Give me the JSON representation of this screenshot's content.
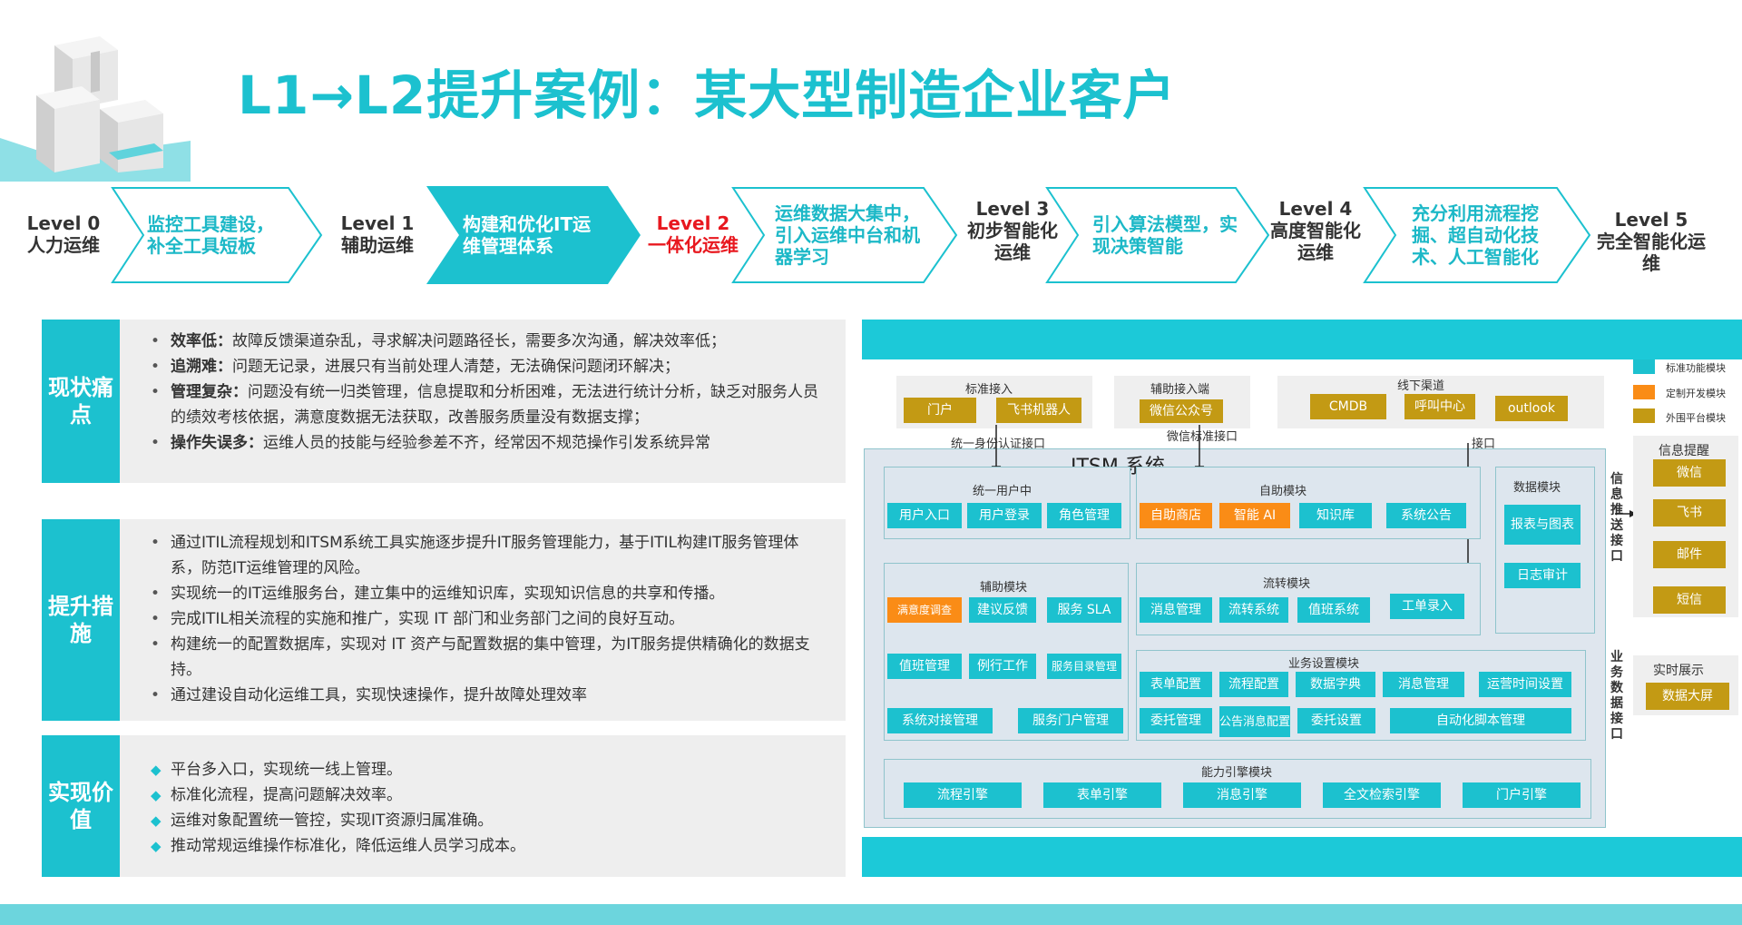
{
  "title": "L1→L2提升案例：某大型制造企业客户",
  "colors": {
    "teal": "#1cc1cf",
    "orange": "#fa8c16",
    "gold": "#c39a14",
    "red": "#e8181f"
  },
  "levels": [
    {
      "level": "Level 0",
      "name": "人力运维"
    },
    {
      "level": "Level 1",
      "name": "辅助运维"
    },
    {
      "level": "Level 2",
      "name": "一体化运维"
    },
    {
      "level": "Level 3",
      "name": "初步智能化运维"
    },
    {
      "level": "Level 4",
      "name": "高度智能化运维"
    },
    {
      "level": "Level 5",
      "name": "完全智能化运维"
    }
  ],
  "steps": [
    {
      "text": "监控工具建设，补全工具短板"
    },
    {
      "text": "构建和优化IT运维管理体系"
    },
    {
      "text": "运维数据大集中，引入运维中台和机器学习"
    },
    {
      "text": "引入算法模型，实现决策智能"
    },
    {
      "text": "充分利用流程挖掘、超自动化技术、人工智能化"
    }
  ],
  "sections": {
    "pain": {
      "label": "现状痛点",
      "items": [
        {
          "bold": "效率低：",
          "text": "故障反馈渠道杂乱，寻求解决问题路径长，需要多次沟通，解决效率低；"
        },
        {
          "bold": "追溯难：",
          "text": "问题无记录，进展只有当前处理人清楚，无法确保问题闭环解决；"
        },
        {
          "bold": "管理复杂：",
          "text": "问题没有统一归类管理，信息提取和分析困难，无法进行统计分析，缺乏对服务人员的绩效考核依据，满意度数据无法获取，改善服务质量没有数据支撑；"
        },
        {
          "bold": "操作失误多：",
          "text": "运维人员的技能与经验参差不齐，经常因不规范操作引发系统异常"
        }
      ]
    },
    "measures": {
      "label": "提升措施",
      "items": [
        "通过ITIL流程规划和ITSM系统工具实施逐步提升IT服务管理能力，基于ITIL构建IT服务管理体系，防范IT运维管理的风险。",
        "实现统一的IT运维服务台，建立集中的运维知识库，实现知识信息的共享和传播。",
        "完成ITIL相关流程的实施和推广，实现 IT 部门和业务部门之间的良好互动。",
        "构建统一的配置数据库，实现对 IT 资产与配置数据的集中管理，为IT服务提供精确化的数据支持。",
        "通过建设自动化运维工具，实现快速操作，提升故障处理效率"
      ]
    },
    "value": {
      "label": "实现价值",
      "items": [
        "平台多入口，实现统一线上管理。",
        "标准化流程，提高问题解决效率。",
        "运维对象配置统一管控，实现IT资源归属准确。",
        "推动常规运维操作标准化，降低运维人员学习成本。"
      ]
    }
  },
  "diagram": {
    "legend": {
      "standard": "标准功能模块",
      "custom": "定制开发模块",
      "external": "外围平台模块"
    },
    "access": {
      "std_title": "标准接入",
      "std_items": [
        "门户",
        "飞书机器人"
      ],
      "aux_title": "辅助接入端",
      "aux_items": [
        "微信公众号"
      ],
      "offline_title": "线下渠道",
      "offline_items": [
        "CMDB",
        "呼叫中心",
        "outlook"
      ],
      "iface1": "统一身份认证接口",
      "iface2": "微信标准接口",
      "iface3": "接口"
    },
    "itsm_title": "ITSM 系统",
    "user_center": {
      "title": "统一用户中",
      "items": [
        "用户入口",
        "用户登录",
        "角色管理"
      ]
    },
    "selfhelp": {
      "title": "自助模块",
      "items": [
        "自助商店",
        "智能 AI",
        "知识库",
        "系统公告"
      ]
    },
    "data_module": {
      "title": "数据模块",
      "items": [
        "报表与图表",
        "日志审计"
      ]
    },
    "aux_module": {
      "title": "辅助模块",
      "items": [
        "满意度调查",
        "建议反馈",
        "服务 SLA",
        "值班管理",
        "例行工作",
        "服务目录管理",
        "系统对接管理",
        "服务门户管理"
      ]
    },
    "flow_module": {
      "title": "流转模块",
      "items": [
        "消息管理",
        "流转系统",
        "值班系统",
        "工单录入"
      ]
    },
    "biz_module": {
      "title": "业务设置模块",
      "items": [
        "表单配置",
        "流程配置",
        "数据字典",
        "消息管理",
        "运营时间设置",
        "委托管理",
        "公告消息配置",
        "委托设置",
        "自动化脚本管理"
      ]
    },
    "engine_module": {
      "title": "能力引擎模块",
      "items": [
        "流程引擎",
        "表单引擎",
        "消息引擎",
        "全文检索引擎",
        "门户引擎"
      ]
    },
    "push_iface": "信息推送接口",
    "biz_iface": "业务数据接口",
    "info_alert": {
      "title": "信息提醒",
      "items": [
        "微信",
        "飞书",
        "邮件",
        "短信"
      ]
    },
    "realtime": {
      "title": "实时展示",
      "items": [
        "数据大屏"
      ]
    }
  }
}
